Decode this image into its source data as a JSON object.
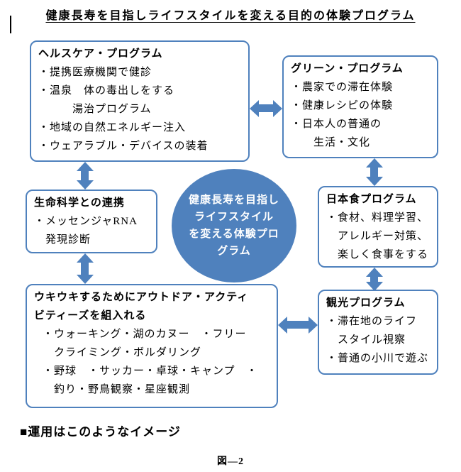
{
  "page": {
    "title": "健康長寿を目指しライフスタイルを変える目的の体験プログラム",
    "footer": "■運用はこのようなイメージ",
    "caption": "図―2"
  },
  "colors": {
    "accent_blue": "#4F81BD",
    "box_border": "#4F81BD",
    "ellipse_fill": "#4F81BD",
    "ellipse_text": "#FFFFFF",
    "text": "#000000"
  },
  "center_ellipse": {
    "lines": [
      "健康長寿を目指し",
      "ライフスタイル",
      "を変える体験プロ",
      "グラム"
    ]
  },
  "boxes": {
    "healthcare": {
      "title": "ヘルスケア・プログラム",
      "lines": [
        "・提携医療機関で健診",
        "・温泉　体の毒出しをする",
        "　　　湯治プログラム",
        "・地域の自然エネルギー注入",
        "・ウェアラブル・デバイスの装着"
      ]
    },
    "green": {
      "title": "グリーン・プログラム",
      "lines": [
        "・農家での滞在体験",
        "・健康レシピの体験",
        "・日本人の普通の",
        "　　生活・文化"
      ]
    },
    "life_science": {
      "title": "生命科学との連携",
      "lines": [
        "・メッセンジャRNA",
        "　発現診断"
      ]
    },
    "japanese_food": {
      "title": "日本食プログラム",
      "lines": [
        "・食材、料理学習、",
        "　アレルギー対策、",
        "　楽しく食事をする"
      ]
    },
    "outdoor": {
      "title_lines": [
        "ウキウキするためにアウトドア・アクティ",
        "ビティーズを組入れる"
      ],
      "lines": [
        "・ウォーキング・湖のカヌー　・フリー",
        "　クライミング・ボルダリング",
        "・野球　・サッカー・卓球・キャンプ　・",
        "　釣り・野鳥観察・星座観測"
      ]
    },
    "sightseeing": {
      "title": "観光プログラム",
      "lines": [
        "・滞在地のライフ",
        "　スタイル視察",
        "・普通の小川で遊ぶ"
      ]
    }
  }
}
